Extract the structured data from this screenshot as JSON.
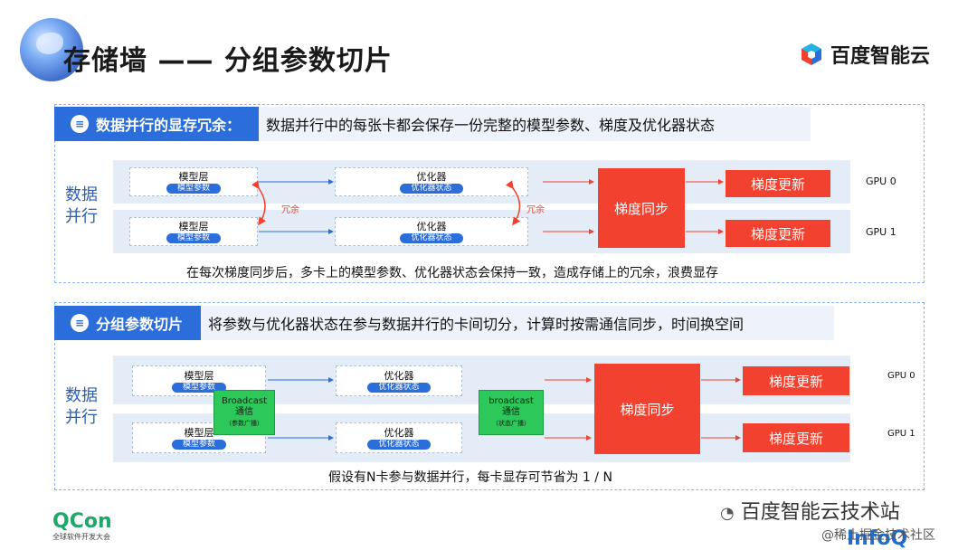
{
  "header": {
    "title": "存储墙 —— 分组参数切片",
    "brand": "百度智能云"
  },
  "section1": {
    "tag": "数据并行的显存冗余：",
    "description": "数据并行中的每张卡都会保存一份完整的模型参数、梯度及优化器状态",
    "side_label_line1": "数据",
    "side_label_line2": "并行",
    "model_title": "模型层",
    "model_pill": "模型参数",
    "opt_title": "优化器",
    "opt_pill": "优化器状态",
    "redundant": "冗余",
    "sync": "梯度同步",
    "update": "梯度更新",
    "gpu0": "GPU 0",
    "gpu1": "GPU 1",
    "caption": "在每次梯度同步后，多卡上的模型参数、优化器状态会保持一致，造成存储上的冗余，浪费显存"
  },
  "section2": {
    "tag": "分组参数切片",
    "description": "将参数与优化器状态在参与数据并行的卡间切分，计算时按需通信同步，时间换空间",
    "side_label_line1": "数据",
    "side_label_line2": "并行",
    "model_title": "模型层",
    "model_pill": "模型参数",
    "opt_title": "优化器",
    "opt_pill": "优化器状态",
    "bcast1_line1": "Broadcast",
    "bcast1_line2": "通信",
    "bcast1_line3": "（参数广播）",
    "bcast2_line1": "broadcast",
    "bcast2_line2": "通信",
    "bcast2_line3": "（状态广播）",
    "sync": "梯度同步",
    "update": "梯度更新",
    "gpu0": "GPU 0",
    "gpu1": "GPU 1",
    "caption": "假设有N卡参与数据并行，每卡显存可节省为 1 / N"
  },
  "footer": {
    "qcon": "QCon",
    "qcon_sub": "全球软件开发大会",
    "infoq": "InfoQ",
    "watermark1": "百度智能云技术站",
    "watermark2": "@稀土掘金技术社区"
  },
  "colors": {
    "primary_blue": "#2a6ddb",
    "red": "#f2412e",
    "green": "#2cc85a"
  }
}
